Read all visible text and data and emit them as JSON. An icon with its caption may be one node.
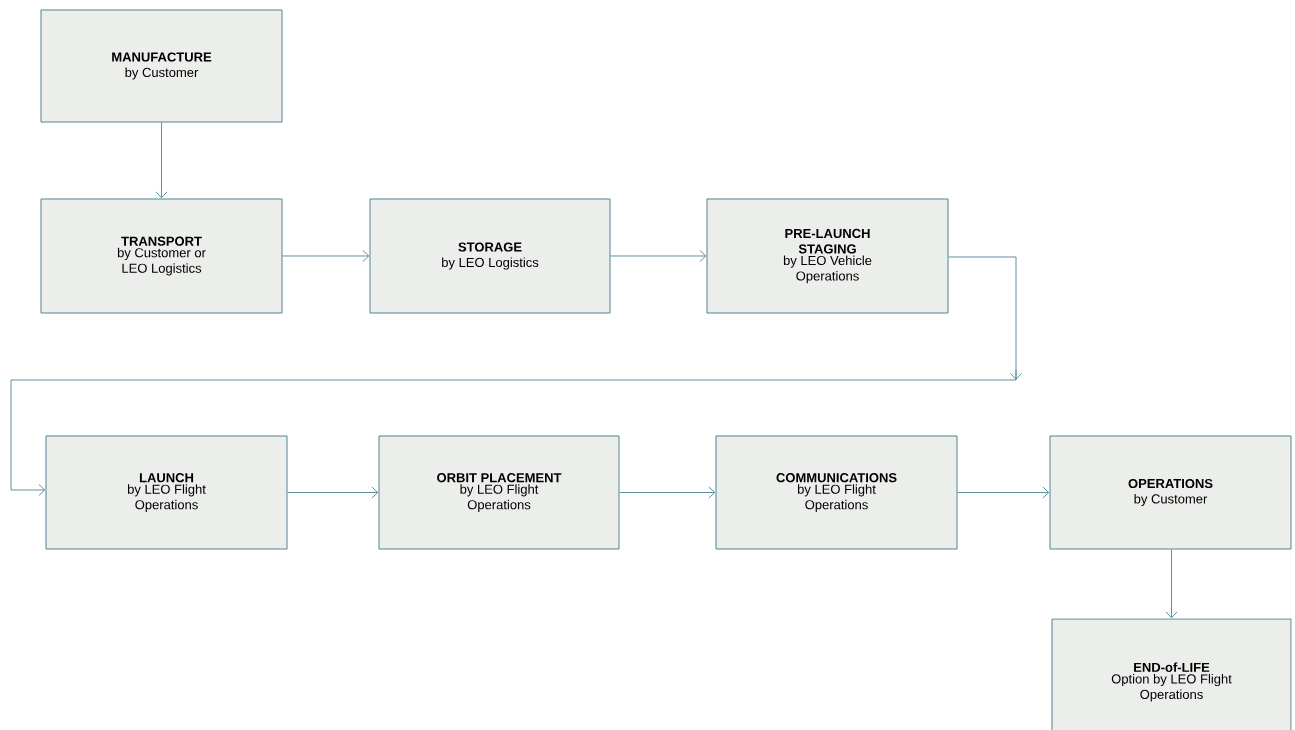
{
  "diagram": {
    "nodes": [
      {
        "text": [
          "MANUFACTURE",
          "by Customer"
        ]
      },
      {
        "text": [
          "TRANSPORT",
          "by Customer or LEO Logistics"
        ]
      },
      {
        "text": [
          "STORAGE",
          "by LEO Logistics"
        ]
      },
      {
        "text": [
          "PRE-LAUNCH STAGING",
          "by LEO Vehicle Operations"
        ]
      },
      {
        "text": [
          "LAUNCH",
          "by LEO Flight Operations"
        ]
      },
      {
        "text": [
          "ORBIT PLACEMENT",
          "by LEO Flight Operations"
        ]
      },
      {
        "text": [
          "COMMUNICATIONS",
          "by LEO Flight Operations"
        ]
      },
      {
        "text": [
          "OPERATIONS",
          "by Customer"
        ]
      },
      {
        "text": [
          "END-of-LIFE",
          "Option by LEO Flight Operations"
        ]
      }
    ],
    "edges": [
      {
        "from": 0,
        "to": 1,
        "arrow": "to"
      },
      {
        "from": 1,
        "to": 2,
        "arrow": "to"
      },
      {
        "from": 2,
        "to": 3,
        "arrow": "to"
      },
      {
        "from": 3,
        "to": 4,
        "arrow": "to"
      },
      {
        "from": 4,
        "to": 5,
        "arrow": "to"
      },
      {
        "from": 5,
        "to": 6,
        "arrow": "to"
      },
      {
        "from": 6,
        "to": 7,
        "arrow": "to"
      },
      {
        "from": 7,
        "to": 8,
        "arrow": "to"
      }
    ]
  }
}
